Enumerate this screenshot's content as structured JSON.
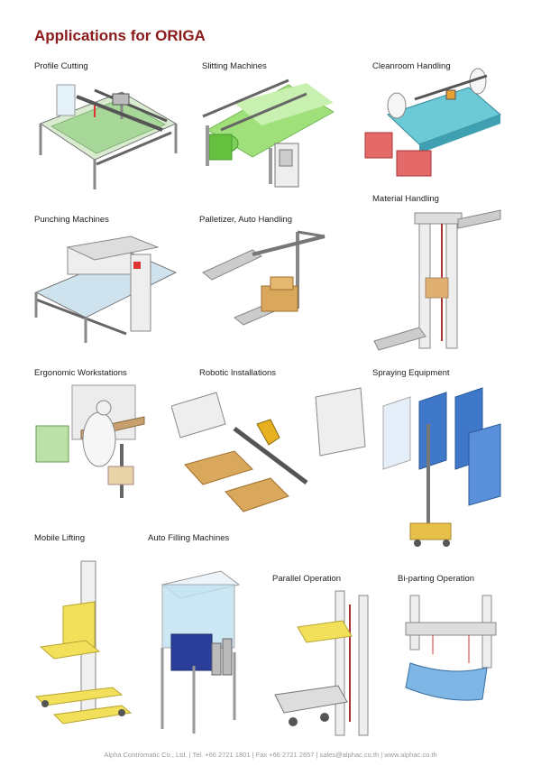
{
  "title": "Applications for ORIGA",
  "sections": {
    "profile_cutting": "Profile Cutting",
    "slitting_machines": "Slitting Machines",
    "cleanroom_handling": "Cleanroom Handling",
    "material_handling": "Material Handling",
    "punching_machines": "Punching Machines",
    "palletizer": "Palletizer, Auto Handling",
    "ergonomic": "Ergonomic Workstations",
    "robotic": "Robotic Installations",
    "spraying": "Spraying Equipment",
    "mobile_lifting": "Mobile Lifting",
    "auto_filling": "Auto Filling Machines",
    "parallel": "Parallel Operation",
    "biparting": "Bi-parting Operation"
  },
  "footer": "Alpha Contromatic Co., Ltd. | Tel. +66 2721 1801 | Fax +66 2721 2657 | sales@alphac.co.th | www.alphac.co.th"
}
